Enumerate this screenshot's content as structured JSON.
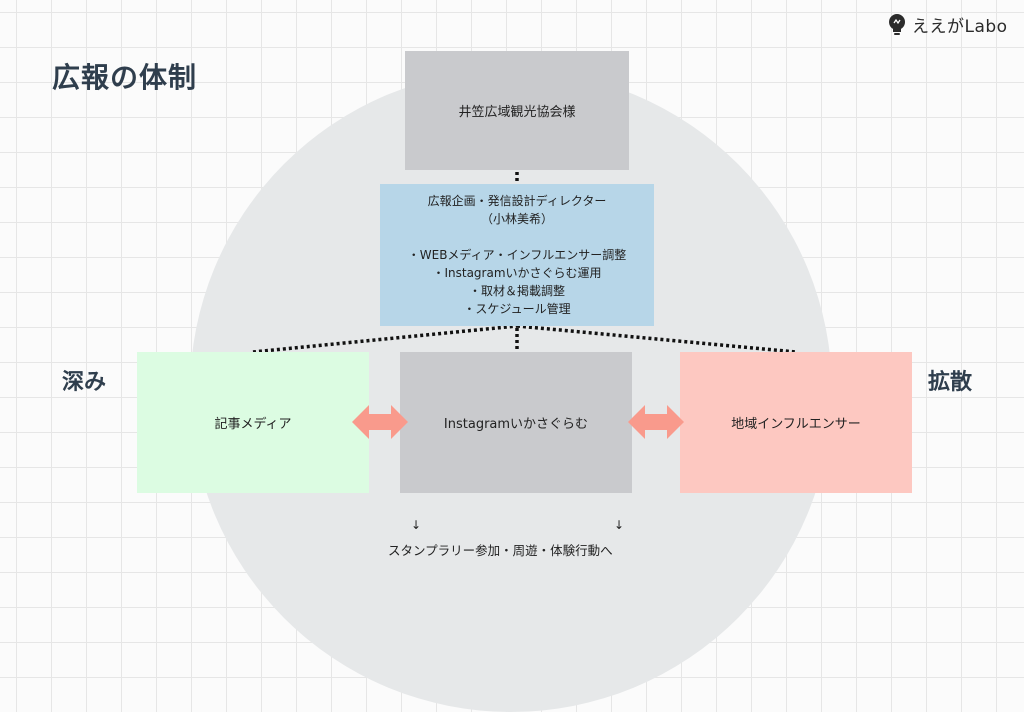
{
  "title": "広報の体制",
  "logo": {
    "text": "ええがLabo",
    "icon": "lightbulb-icon"
  },
  "nodes": {
    "top": "井笠広域観光協会様",
    "director": {
      "line1": "広報企画・発信設計ディレクター",
      "line2": "（小林美希）",
      "duties": [
        "・WEBメディア・インフルエンサー調整",
        "・Instagramいかさぐらむ運用",
        "・取材＆掲載調整",
        "・スケジュール管理"
      ]
    },
    "left": "記事メディア",
    "center": "Instagramいかさぐらむ",
    "right": "地域インフルエンサー"
  },
  "side_labels": {
    "left": "深み",
    "right": "拡散"
  },
  "down_arrow": "↓",
  "bottom_text": "スタンプラリー参加・周遊・体験行動へ",
  "colors": {
    "heading": "#2f3e4d",
    "gray_box": "#c9cacd",
    "blue_box": "#b7d6e8",
    "green_box": "#dcfce2",
    "pink_box": "#fdc8c1",
    "arrow": "#f99a8c",
    "circle": "#e6e8e9"
  }
}
